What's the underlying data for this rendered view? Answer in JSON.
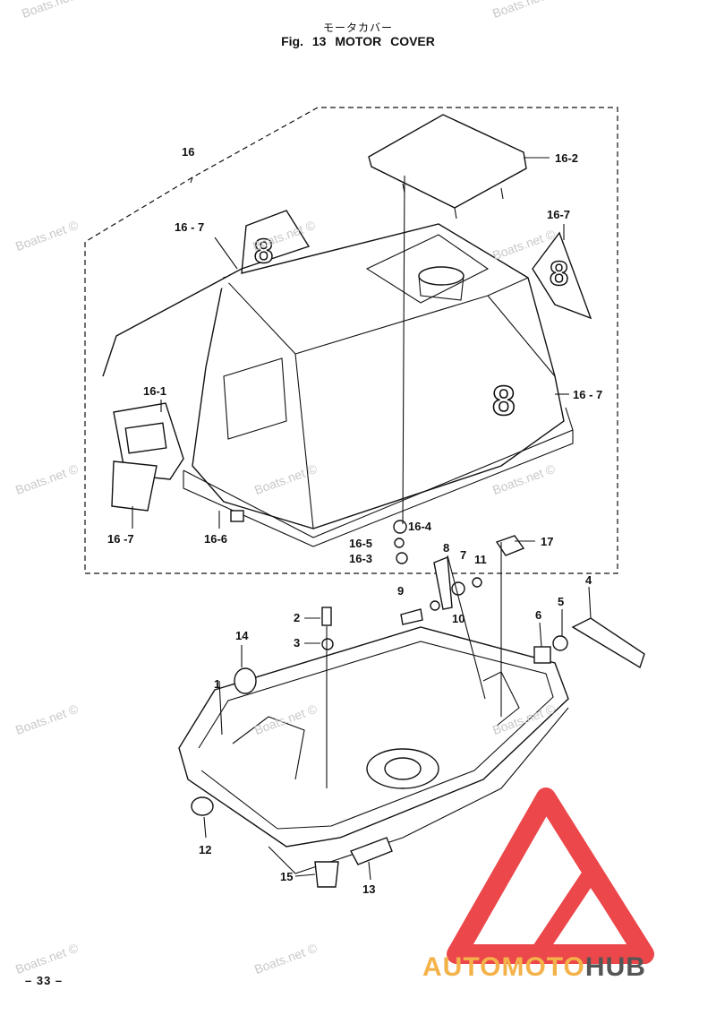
{
  "header": {
    "japanese_title": "モータカバー",
    "figure_title": "Fig. 13   MOTOR COVER"
  },
  "page_number": "– 33 –",
  "watermark": "Boats.net ©",
  "brand": {
    "part1": "AUTO",
    "part2": "MOTO",
    "part3": "HUB"
  },
  "decal_text": "8",
  "callouts": {
    "c16": "16",
    "c16_2": "16-2",
    "c16_7a": "16 - 7",
    "c16_7b": "16-7",
    "c16_7c": "16 - 7",
    "c16_7d": "16 -7",
    "c16_1": "16-1",
    "c16_6": "16-6",
    "c16_4": "16-4",
    "c16_5": "16-5",
    "c16_3": "16-3",
    "c17": "17",
    "c8": "8",
    "c7": "7",
    "c11": "11",
    "c9": "9",
    "c10": "10",
    "c4": "4",
    "c5": "5",
    "c6": "6",
    "c2": "2",
    "c3": "3",
    "c14": "14",
    "c1": "1",
    "c12": "12",
    "c15": "15",
    "c13": "13"
  },
  "colors": {
    "logo_red": "#e9272b",
    "logo_orange": "#f4b24a",
    "logo_grey": "#555555",
    "watermark": "#c8c8c8"
  }
}
